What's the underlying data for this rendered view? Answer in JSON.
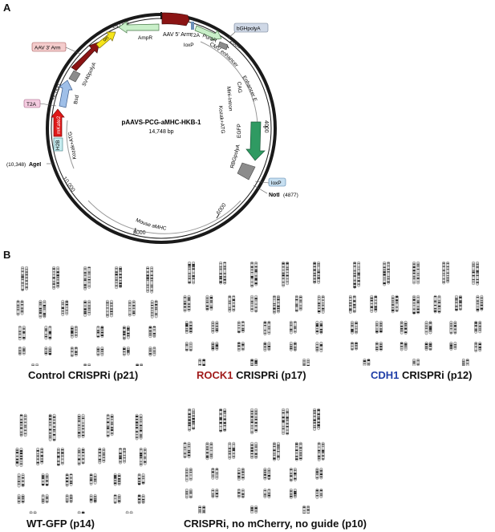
{
  "panel_a": {
    "letter": "A",
    "plasmid": {
      "name": "pAAVS-PCG-aMHC-HKB-1",
      "size": "14,748 bp",
      "positions": [
        "2000",
        "4000",
        "6000",
        "8000",
        "10,000",
        "12,000",
        "14,000"
      ],
      "features": {
        "aav5": "AAV 5' Arm",
        "loxp_top": "loxP",
        "t2a_top": "T2A",
        "puror": "PuroR",
        "bgh_box": "bGHpolyA",
        "cmv": "CMV enhancer",
        "enhancer_e": "Enhancer E",
        "cag": "CAG",
        "mini_intron": "Mini-Intron",
        "kozak_right": "Kozak+ATG",
        "egfp": "EGFP",
        "rbg": "RBGpolyA",
        "loxp_box": "loxP",
        "noti": "NotI",
        "noti_pos": "(4877)",
        "mouse_amhc": "Mouse aMHC",
        "agei_pos": "(10,348)",
        "agei": "AgeI",
        "kozak_left": "Kozak+ATG",
        "h2b": "H2B",
        "mkate2": "mKate2",
        "t2a_box": "T2A",
        "bsd": "Bsd",
        "sv40": "SV40polyA",
        "aav3_box": "AAV 3' Arm",
        "ori": "ori",
        "ampr": "AmpR"
      }
    }
  },
  "panel_b": {
    "letter": "B",
    "karyotypes": [
      {
        "caption_gene": "",
        "caption_rest": "Control CRISPRi (p21)"
      },
      {
        "caption_gene": "ROCK1",
        "caption_rest": " CRISPRi (p17)"
      },
      {
        "caption_gene": "CDH1",
        "caption_rest": " CRISPRi (p12)"
      },
      {
        "caption_gene": "",
        "caption_rest": "WT-GFP (p14)"
      },
      {
        "caption_gene": "",
        "caption_rest": "CRISPRi, no mCherry, no guide (p10)"
      }
    ]
  },
  "colors": {
    "backbone": "#1a1a1a",
    "aav_arm": "#8b1414",
    "mkate2": "#e01818",
    "egfp": "#2f9a62",
    "ori": "#f5e41a",
    "ampr": "#c9efc9",
    "puror": "#c9efc9",
    "grey_element": "#8c8c8c",
    "h2b": "#c7ecef",
    "bsd": "#9fbfe8",
    "aav3_box": "#f4cccc",
    "t2a_box": "#f4cce0",
    "bgh_box": "#cfd8e6",
    "gene_red": "#a11b1b",
    "gene_blue": "#1f3ea8"
  }
}
